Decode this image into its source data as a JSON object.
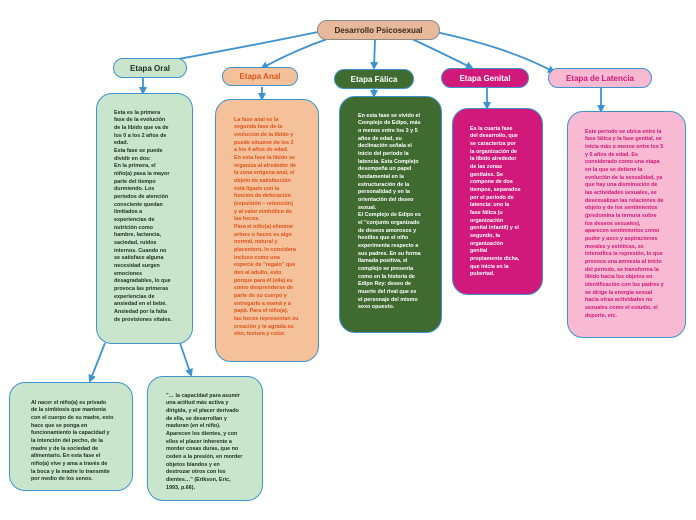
{
  "colors": {
    "line": "#3d93cf",
    "root_fill": "#e8b89a",
    "oral_fill": "#c9e6cc",
    "anal_fill": "#f4c19a",
    "anal_text": "#e0541a",
    "falica_fill": "#3f6b30",
    "genital_fill": "#d0197a",
    "latencia_fill": "#f8b9d3",
    "latencia_text": "#d0197a"
  },
  "root": {
    "label": "Desarrollo Psicosexual"
  },
  "stages": {
    "oral": {
      "label": "Etapa Oral",
      "text": "Esta es la primera\nfase de la evolución\nde la libido que va de\nlos 0 a los 2 años de\nedad.\nEsta fase se puede\ndividir en dos:\nEn la primera, el\nniño(a) pasa la mayor\nparte del tiempo\ndurmiendo. Los\nperiodos de atención\nconsciente quedan\nlimitados a\nexperiencias de\nnutrición como\nhambre, lactancia,\nsaciedad, ruidos\ninternos. Cuando no\nse satisface alguna\nnecesidad surgen\nemociones\ndesagradables, lo que\nprovoca las primeras\nexperiencias de\nansiedad en el bebé.\nAnsiedad por la falta\nde provisiones vitales.",
      "sub1": "Al nacer el niño(a) es privado\nde la simbiosis que mantenía\ncon el cuerpo de su madre, esto\nhace que se ponga en\nfuncionamiento la capacidad y\nla intención del pecho, de la\nmadre y de la sociedad de\nalimentario. En esta fase el\nniño(a) vive y ama a través de\nla boca y la madre lo transmite\npor medio de los senos.",
      "sub2": "\"… la capacidad para asumir\nuna actitud más activa y\ndirigida, y el placer derivado\nde ella, se desarrollan y\nmaduran (en el niño).\nAparecen los dientes, y con\nellos el placer inherente a\nmorder cosas duras, que no\nceden a la presión, en morder\nobjetos blandos y en\ndestrozar otros con los\ndientes…\" (Erikson, Eric,\n1993, p.66)."
    },
    "anal": {
      "label": "Etapa Anal",
      "text": "La fase anal es la\nsegunda fase de la\nevolución de la libido y\npuede situarse de los 2\na los 4 años de edad.\nEn esta fase la libido se\norganiza al alrededor de\nla zona erógena anal, el\nobjeto de satisfacción\nestá ligado con la\nfunción de defecación\n(expulsión – retención)\ny al valor simbólico de\nlas heces.\nPara el niño(a) eliminar\norines o heces es algo\nnormal, natural y\nplacentero, lo considera\nincluso como una\nespecie de \"regalo\" que\nden al adulto, esto\nporque para él (ella) es\ncomo desprenderse de\nparte de su cuerpo y\nentregarlo a mamá y a\npapá. Para el niño(a),\nlas heces representan su\ncreación y le agrada su\nolor, textura y color."
    },
    "falica": {
      "label": "Etapa Fálica",
      "text": "En esta fase se vivido el\nComplejo de Edipo, más\no menos entre los 3 y 5\naños de edad, su\ndeclinación señala el\ninicio del periodo la\nlatencia. Esta Complejo\ndesempeña un papel\nfundamental en la\nestructuración de la\npersonalidad y en la\norientación del deseo\nsexual.\nEl Complejo de Edipo es\nel \"conjunto organizado\nde deseos amorosos y\nhostiles que el niño\nexperimenta respecto a\nsus padres. En su forma\nllamada positiva, el\ncomplejo se presenta\ncomo en la historia de\nEdipo Rey: deseo de\nmuerte del rival que es\nel personaje del mismo\nsexo opuesto."
    },
    "genital": {
      "label": "Etapa Genital",
      "text": "Es la cuarta fase\ndel desarrollo, que\nse caracteriza por\nla organización de\nla libido alrededor\nde las zonas\ngenitales. Se\ncompone de dos\ntiempos, separados\npor el periodo de\nlatencia: uno la\nfase fálica (u\norganización\ngenital infantil) y el\nsegundo, la\norganización\ngenital\npropiamente dicha,\nque inicia en la\npubertad."
    },
    "latencia": {
      "label": "Etapa de Latencia",
      "text": "Este periodo se ubica entre la\nfase fálica y la fase genital, se\ninicia más o menos entre los 5\ny 6 años de edad. Es\nconsiderado como una etapa\nen la que se detiene la\nevolución de la sexualidad, ya\nque hay una disminución de\nlas actividades sexuales, se\ndesexualizan las relaciones de\nobjeto y de los sentimientos\n(predomina la ternura sobre\nlos deseos sexuales),\naparecen sentimientos como\npudor y asco y aspiraciones\nmorales y estéticas, se\nintensifica la represión, lo que\nprovoca una amnesia al inicio\ndel periodo, se transforma la\nlibido hacia los objetos en\nidentificación con los padres y\nse dirige la energía sexual\nhacia otras actividades no\nsexuales como el estudio, el\ndeporte, etc."
    }
  }
}
